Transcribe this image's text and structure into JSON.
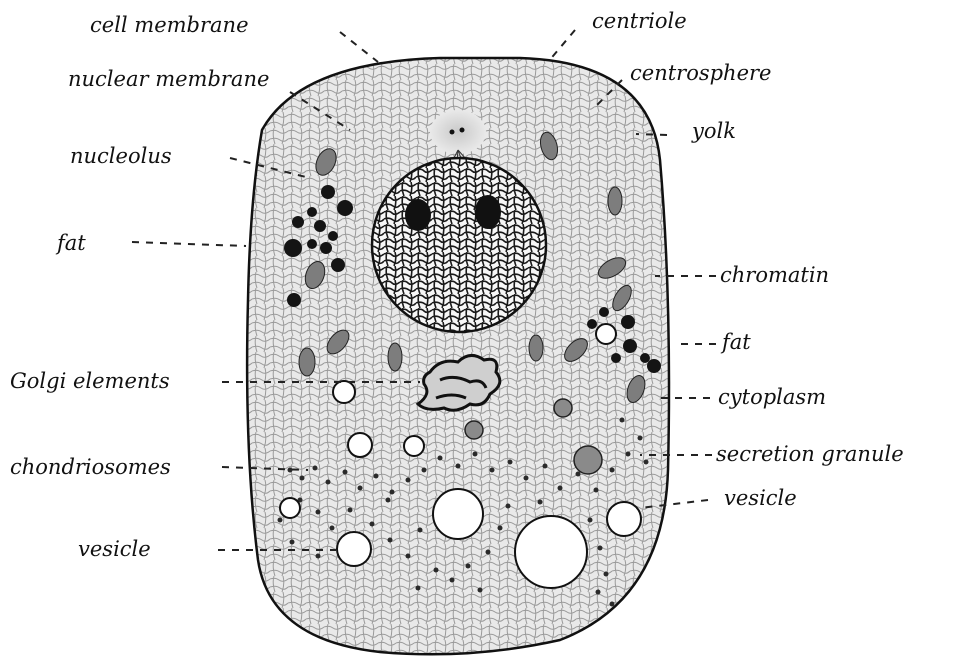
{
  "labels": {
    "cell_membrane": "cell membrane",
    "centriole": "centriole",
    "nuclear_membrane": "nuclear membrane",
    "centrosphere": "centrosphere",
    "yolk": "yolk",
    "nucleolus": "nucleolus",
    "fat_left": "fat",
    "chromatin": "chromatin",
    "fat_right": "fat",
    "golgi_elements": "Golgi elements",
    "cytoplasm": "cytoplasm",
    "chondriosomes": "chondriosomes",
    "secretion_granule": "secretion granule",
    "vesicle_right": "vesicle",
    "vesicle_left": "vesicle"
  },
  "colors": {
    "ink": "#111111",
    "cell_fill": "#e6e6e6",
    "mesh": "#9a9a9a",
    "yolk": "#7d7d7d",
    "fat": "#141414",
    "vesicle": "#ffffff"
  }
}
